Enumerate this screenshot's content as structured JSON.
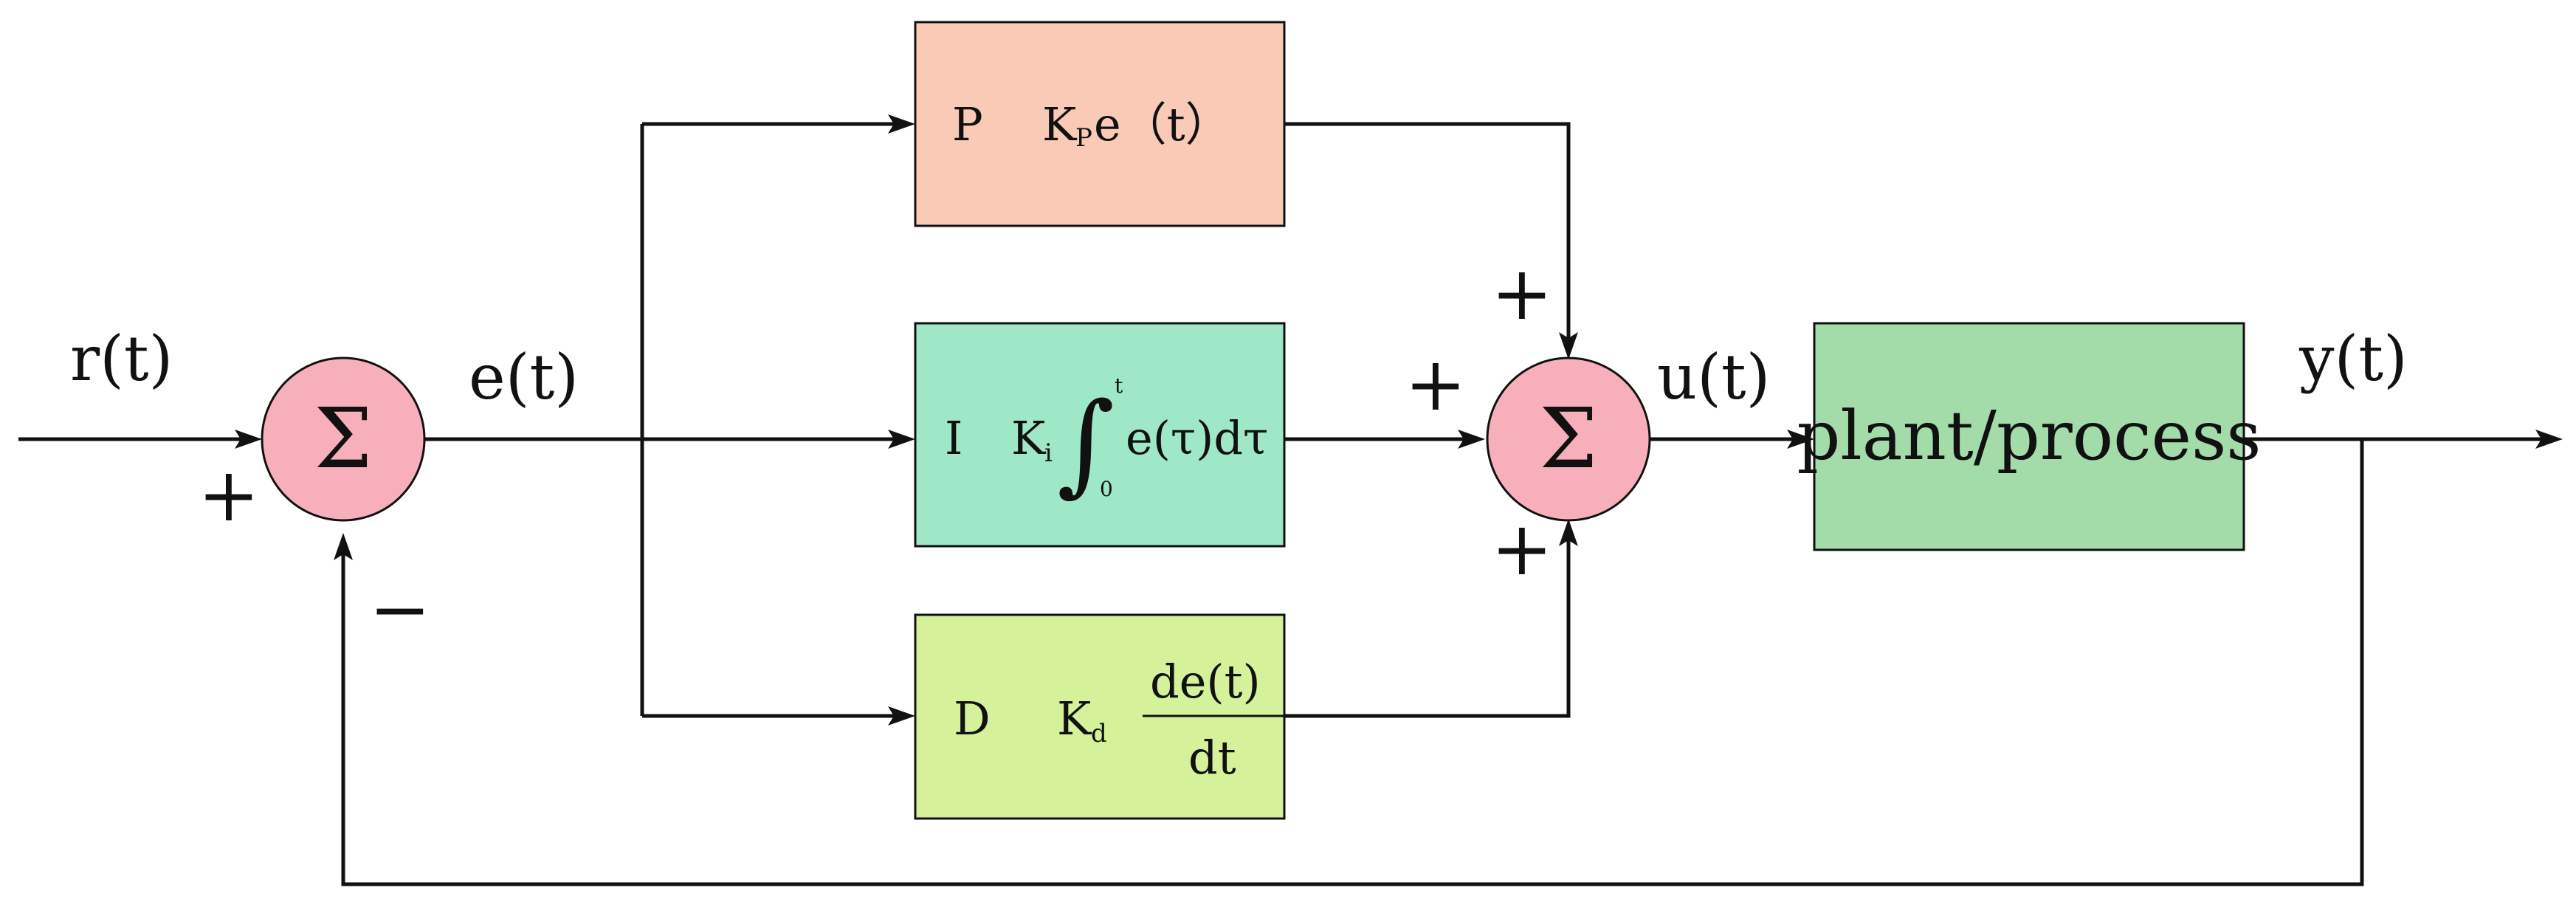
{
  "signals": {
    "reference": "r(t)",
    "error": "e(t)",
    "control": "u(t)",
    "output": "y(t)"
  },
  "signs": {
    "input_plus": "+",
    "feedback_minus": "−",
    "p_plus": "+",
    "i_plus": "+",
    "d_plus": "+"
  },
  "summers": {
    "error_summer": "Σ",
    "control_summer": "Σ"
  },
  "blocks": {
    "p": {
      "letter": "P",
      "gain": "K",
      "gain_sub": "P",
      "expr": "e（t）"
    },
    "i": {
      "letter": "I",
      "gain": "K",
      "gain_sub": "i",
      "integral": "∫",
      "upper": "t",
      "lower": "0",
      "expr": "e(τ)dτ"
    },
    "d": {
      "letter": "D",
      "gain": "K",
      "gain_sub": "d",
      "numerator": "de(t)",
      "denominator": "dt"
    },
    "plant": {
      "label": "plant/process"
    }
  },
  "colors": {
    "p_block": "#f9cab6",
    "i_block": "#9ee8c8",
    "d_block": "#d5f29a",
    "plant_block": "#a3dca8",
    "summer": "#f7b0bb"
  }
}
